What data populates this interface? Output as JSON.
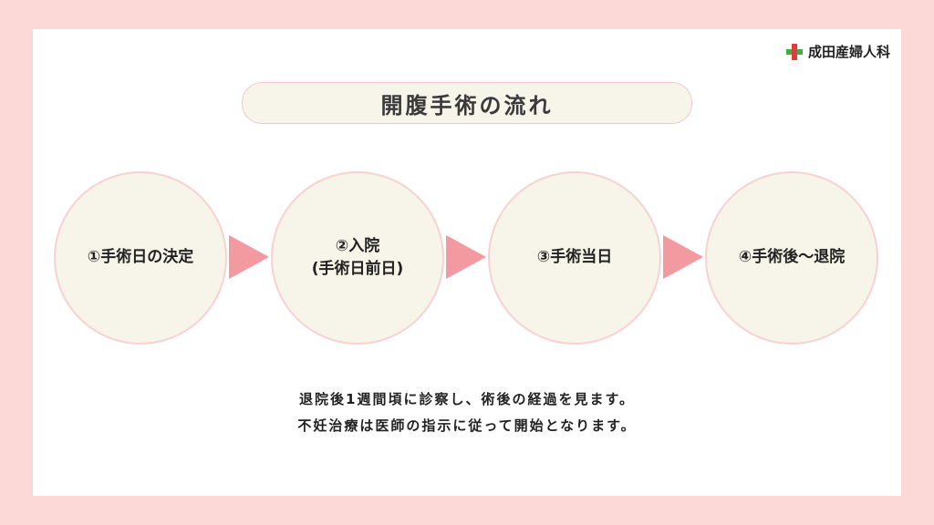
{
  "logo": {
    "name": "成田産婦人科",
    "icon": "medical-cross-icon",
    "colors": {
      "cross_red": "#e23b3b",
      "cross_green": "#3fae3f"
    }
  },
  "title": "開腹手術の流れ",
  "steps": [
    {
      "line1": "①手術日の決定",
      "line2": ""
    },
    {
      "line1": "②入院",
      "line2": "(手術日前日)"
    },
    {
      "line1": "③手術当日",
      "line2": ""
    },
    {
      "line1": "④手術後～退院",
      "line2": ""
    }
  ],
  "notes": [
    "退院後1週間頃に診察し、術後の経過を見ます。",
    "不妊治療は医師の指示に従って開始となります。"
  ],
  "colors": {
    "background": "#fcd8d6",
    "circle_fill": "#f7f4e9",
    "arrow": "#f39aa0"
  }
}
